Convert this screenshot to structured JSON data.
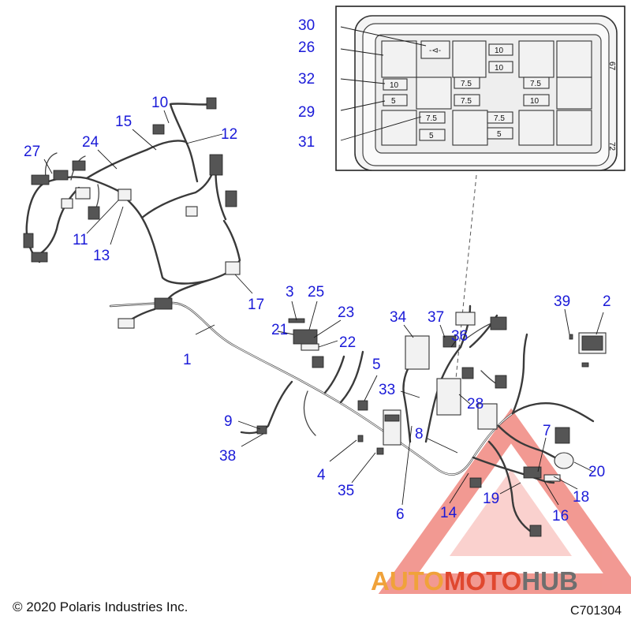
{
  "callouts": [
    {
      "num": "1"
    },
    {
      "num": "2"
    },
    {
      "num": "3"
    },
    {
      "num": "4"
    },
    {
      "num": "5"
    },
    {
      "num": "6"
    },
    {
      "num": "7"
    },
    {
      "num": "8"
    },
    {
      "num": "9"
    },
    {
      "num": "10"
    },
    {
      "num": "11"
    },
    {
      "num": "12"
    },
    {
      "num": "13"
    },
    {
      "num": "14"
    },
    {
      "num": "15"
    },
    {
      "num": "16"
    },
    {
      "num": "17"
    },
    {
      "num": "18"
    },
    {
      "num": "19"
    },
    {
      "num": "20"
    },
    {
      "num": "21"
    },
    {
      "num": "22"
    },
    {
      "num": "23"
    },
    {
      "num": "24"
    },
    {
      "num": "25"
    },
    {
      "num": "26"
    },
    {
      "num": "27"
    },
    {
      "num": "28"
    },
    {
      "num": "29"
    },
    {
      "num": "30"
    },
    {
      "num": "31"
    },
    {
      "num": "32"
    },
    {
      "num": "33"
    },
    {
      "num": "34"
    },
    {
      "num": "35"
    },
    {
      "num": "36"
    },
    {
      "num": "37"
    },
    {
      "num": "38"
    },
    {
      "num": "39"
    }
  ],
  "fuse_box": {
    "fuses": [
      "10",
      "10",
      "7.5",
      "7.5",
      "10",
      "5",
      "7.5",
      "10",
      "7.5",
      "7.5",
      "5",
      "5"
    ],
    "side_marks": [
      "67",
      "72"
    ]
  },
  "copyright": "© 2020 Polaris Industries Inc.",
  "part_number": "C701304",
  "watermark": {
    "word_parts": [
      "AUTO",
      "MOTO",
      "HUB"
    ],
    "colors": {
      "auto": "#f0a23a",
      "moto": "#e0482f",
      "hub": "#6e6e6e",
      "triangle": "#e8463a"
    }
  }
}
